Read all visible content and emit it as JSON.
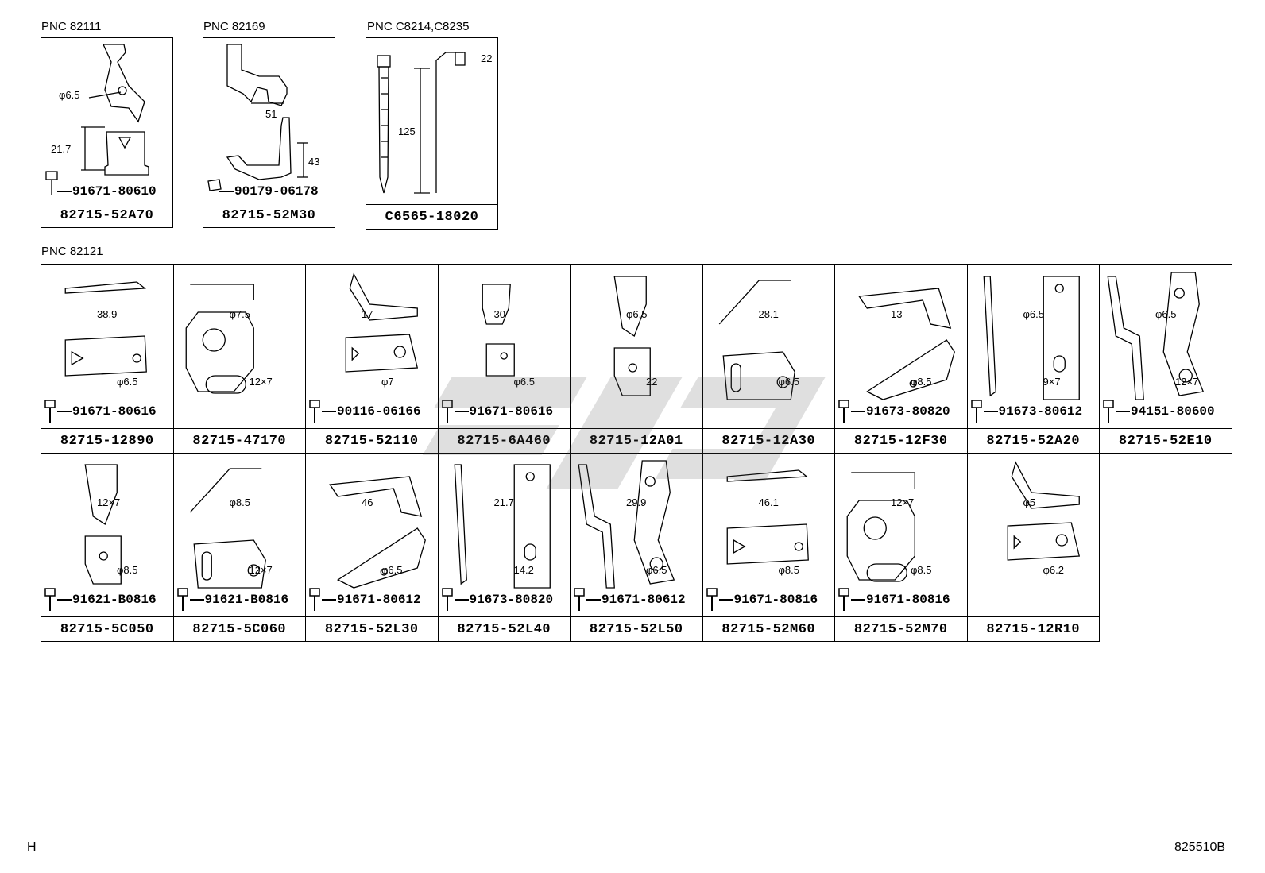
{
  "top_groups": [
    {
      "pnc": "PNC 82111",
      "part": "82715-52A70",
      "bolt": "91671-80610",
      "dims": [
        "φ6.5",
        "21.7"
      ]
    },
    {
      "pnc": "PNC 82169",
      "part": "82715-52M30",
      "bolt": "90179-06178",
      "dims": [
        "51",
        "43"
      ]
    },
    {
      "pnc": "PNC C8214,C8235",
      "part": "C6565-18020",
      "bolt": "",
      "dims": [
        "22",
        "125"
      ]
    }
  ],
  "main_group": {
    "pnc": "PNC 82121",
    "row1": [
      {
        "part": "82715-12890",
        "bolt": "91671-80616",
        "dims": [
          "38.9",
          "φ6.5"
        ]
      },
      {
        "part": "82715-47170",
        "bolt": "",
        "dims": [
          "φ7.5",
          "12×7"
        ]
      },
      {
        "part": "82715-52110",
        "bolt": "90116-06166",
        "dims": [
          "17",
          "φ7"
        ]
      },
      {
        "part": "82715-6A460",
        "bolt": "91671-80616",
        "dims": [
          "30",
          "φ6.5"
        ]
      },
      {
        "part": "82715-12A01",
        "bolt": "",
        "dims": [
          "φ6.5",
          "22"
        ]
      },
      {
        "part": "82715-12A30",
        "bolt": "",
        "dims": [
          "28.1",
          "φ6.5"
        ]
      },
      {
        "part": "82715-12F30",
        "bolt": "91673-80820",
        "dims": [
          "13",
          "φ8.5"
        ]
      },
      {
        "part": "82715-52A20",
        "bolt": "91673-80612",
        "dims": [
          "φ6.5",
          "9×7"
        ]
      },
      {
        "part": "82715-52E10",
        "bolt": "94151-80600",
        "dims": [
          "φ6.5",
          "12×7"
        ]
      }
    ],
    "row2": [
      {
        "part": "82715-5C050",
        "bolt": "91621-B0816",
        "dims": [
          "12×7",
          "φ8.5"
        ]
      },
      {
        "part": "82715-5C060",
        "bolt": "91621-B0816",
        "dims": [
          "φ8.5",
          "12×7"
        ]
      },
      {
        "part": "82715-52L30",
        "bolt": "91671-80612",
        "dims": [
          "46",
          "φ6.5"
        ]
      },
      {
        "part": "82715-52L40",
        "bolt": "91673-80820",
        "dims": [
          "21.7",
          "14.2"
        ]
      },
      {
        "part": "82715-52L50",
        "bolt": "91671-80612",
        "dims": [
          "29.9",
          "φ6.5"
        ]
      },
      {
        "part": "82715-52M60",
        "bolt": "91671-80816",
        "dims": [
          "46.1",
          "φ8.5"
        ]
      },
      {
        "part": "82715-52M70",
        "bolt": "91671-80816",
        "dims": [
          "12×7",
          "φ8.5"
        ]
      },
      {
        "part": "82715-12R10",
        "bolt": "",
        "dims": [
          "φ5",
          "φ6.2"
        ]
      }
    ]
  },
  "footer": {
    "left": "H",
    "right": "825510B"
  }
}
